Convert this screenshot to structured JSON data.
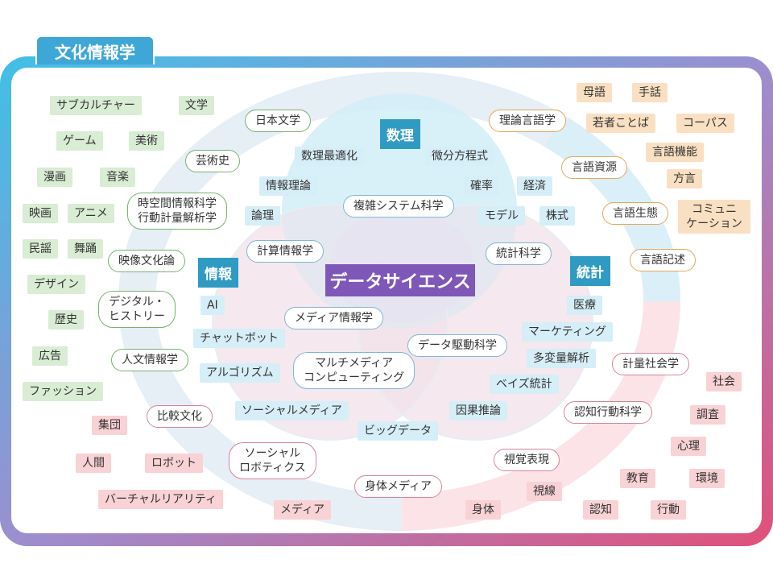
{
  "title": "文化情報学",
  "center": "データサイエンス",
  "categories": {
    "math": "数理",
    "info": "情報",
    "stats": "統計"
  },
  "green_rect": [
    "サブカルチャー",
    "文学",
    "ゲーム",
    "美術",
    "漫画",
    "音楽",
    "映画",
    "アニメ",
    "民謡",
    "舞踊",
    "デザイン",
    "歴史",
    "広告",
    "ファッション"
  ],
  "green_pill": [
    "日本文学",
    "芸術史",
    "時空間情報科学\n行動計量解析学",
    "映像文化論",
    "デジタル・\nヒストリー",
    "人文情報学"
  ],
  "orange_rect": [
    "母語",
    "手話",
    "若者ことば",
    "コーパス",
    "言語機能",
    "方言",
    "コミュニ\nケーション"
  ],
  "orange_pill": [
    "理論言語学",
    "言語資源",
    "言語生態",
    "言語記述"
  ],
  "red_rect": [
    "社会",
    "調査",
    "心理",
    "集団",
    "人間",
    "ロボット",
    "教育",
    "環境",
    "バーチャルリアリティ",
    "メディア",
    "身体",
    "視線",
    "認知",
    "行動"
  ],
  "red_pill": [
    "計量社会学",
    "認知行動科学",
    "比較文化",
    "ソーシャル\nロボティクス",
    "視覚表現",
    "身体メディア"
  ],
  "blue_rect": [
    "数理最適化",
    "微分方程式",
    "情報理論",
    "確率",
    "経済",
    "論理",
    "モデル",
    "株式",
    "AI",
    "チャットボット",
    "医療",
    "マーケティング",
    "多変量解析",
    "アルゴリズム",
    "ベイズ統計",
    "ソーシャルメディア",
    "因果推論",
    "ビッグデータ"
  ],
  "blue_pill": [
    "複雑システム科学",
    "計算情報学",
    "統計科学",
    "メディア情報学",
    "データ駆動科学",
    "マルチメディア\nコンピューティング"
  ],
  "colors": {
    "border_start": "#3fc0e6",
    "border_end": "#e0507a",
    "title_bg": "#3fa7d6",
    "category_bg": "#2f9bc3",
    "center_bg": "#7e57b8"
  }
}
